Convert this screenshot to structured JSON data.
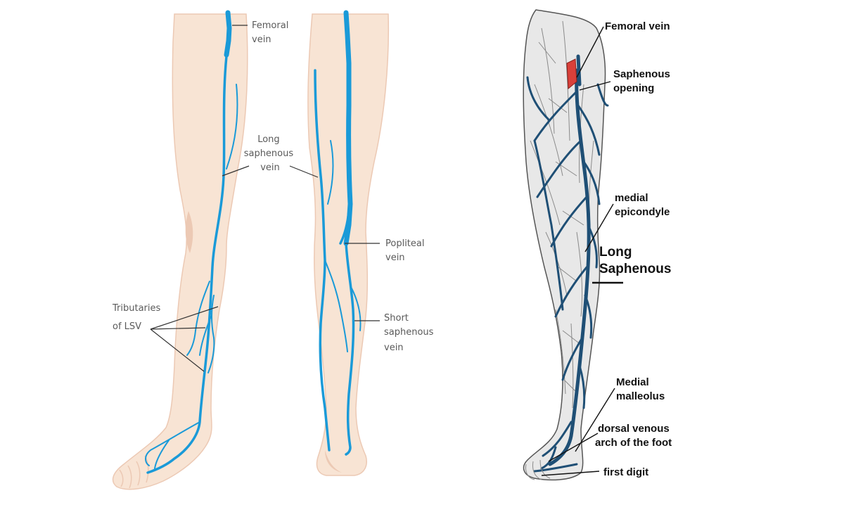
{
  "colors": {
    "skin": "#f8e4d4",
    "skin_shadow": "#ecc9b4",
    "vein": "#1a9ad8",
    "vein_dark": "#1f4f75",
    "leader": "#333333",
    "artery": "#d9403a"
  },
  "left_figure": {
    "labels": {
      "femoral": [
        "Femoral",
        "vein"
      ],
      "long_saphenous": [
        "Long",
        "saphenous",
        "vein"
      ],
      "popliteal": [
        "Popliteal",
        "vein"
      ],
      "tributaries": [
        "Tributaries",
        "of LSV"
      ],
      "short_saphenous": [
        "Short",
        "saphenous",
        "vein"
      ]
    }
  },
  "right_figure": {
    "labels": {
      "femoral_vein": "Femoral vein",
      "saphenous_opening": [
        "Saphenous",
        "opening"
      ],
      "medial_epicondyle": [
        "medial",
        "epicondyle"
      ],
      "title": [
        "Long",
        "Saphenous"
      ],
      "medial_malleolus": [
        "Medial",
        "malleolus"
      ],
      "dorsal_arch": [
        "dorsal venous",
        "arch of the foot"
      ],
      "first_digit": "first digit"
    }
  }
}
